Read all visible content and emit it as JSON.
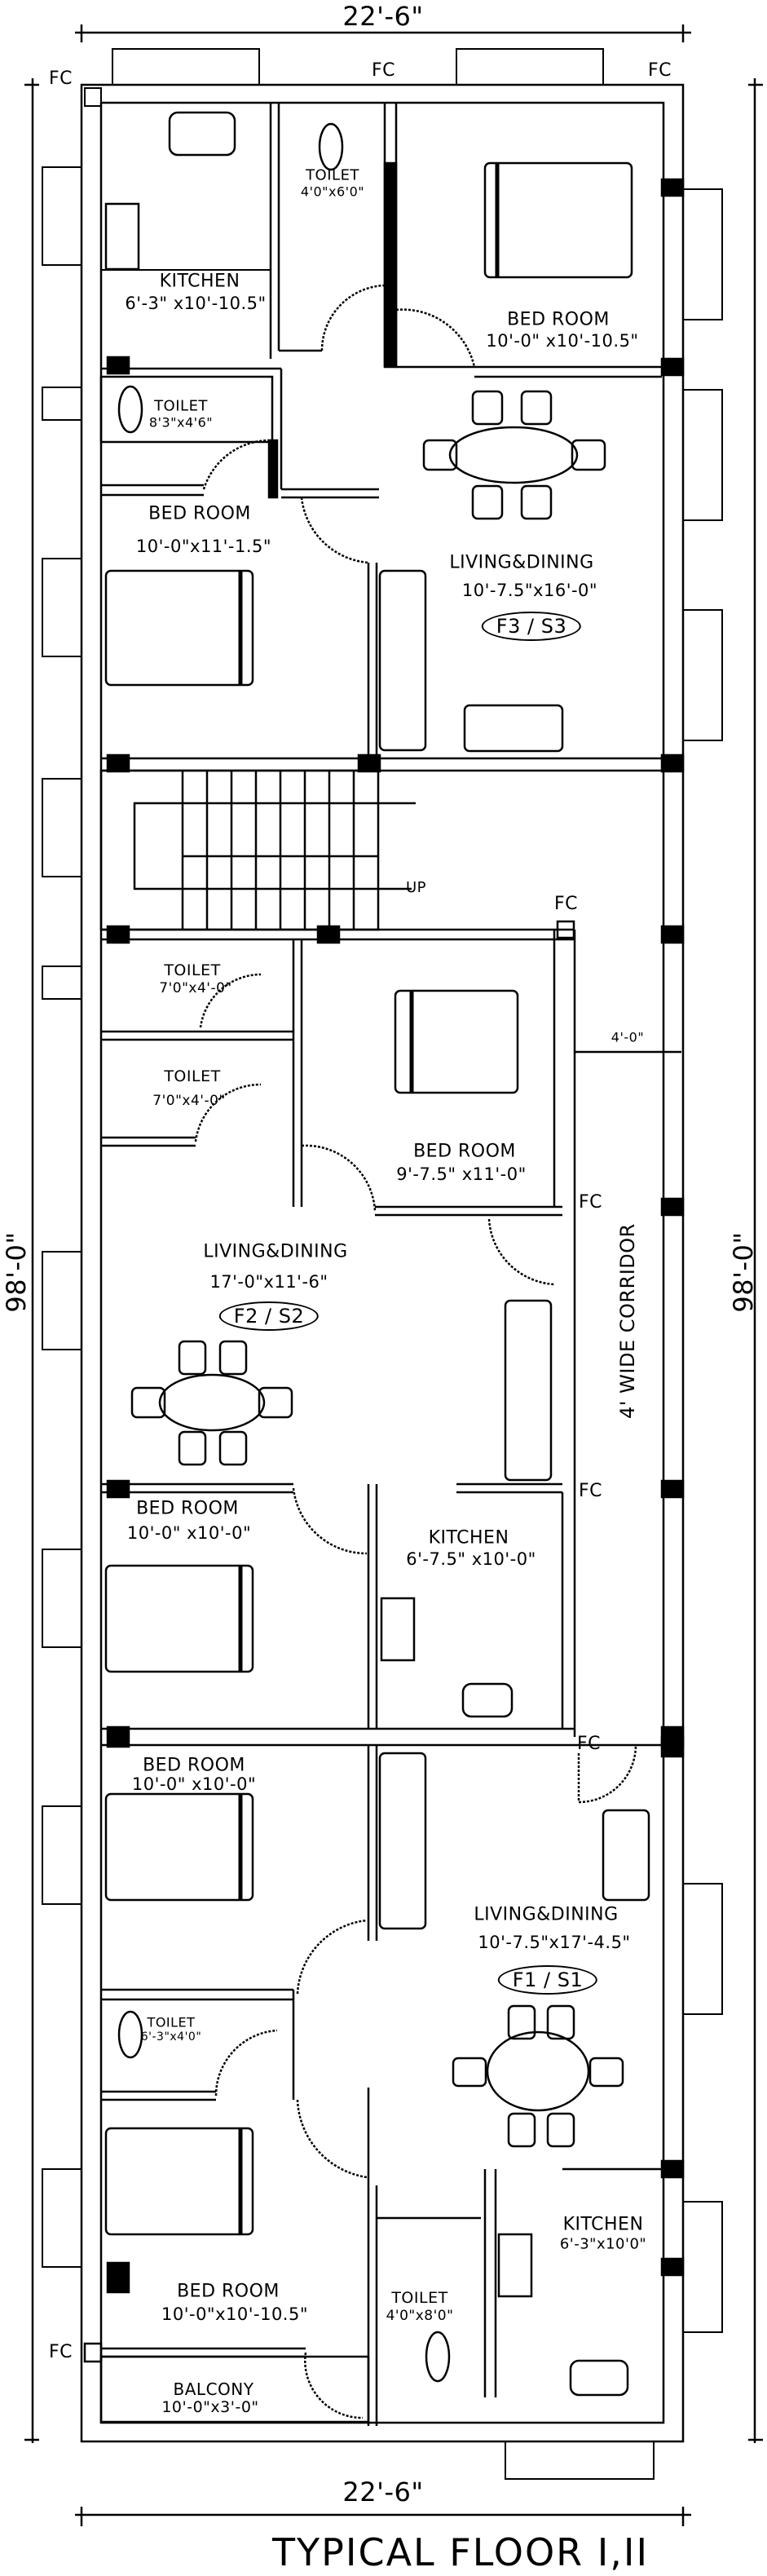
{
  "drawing": {
    "title": "TYPICAL FLOOR I,II",
    "overall_width": "22'-6\"",
    "overall_length": "98'-0\"",
    "corridor_label": "4' WIDE CORRIDOR",
    "corridor_width_dim": "4'-0\"",
    "stair_label": "UP",
    "fc_label": "FC"
  },
  "flats": [
    {
      "tag": "F3 / S3",
      "rooms": [
        {
          "name": "KITCHEN",
          "size": "6'-3\" x10'-10.5\""
        },
        {
          "name": "TOILET",
          "size": "4'0\"x6'0\""
        },
        {
          "name": "BED ROOM",
          "size": "10'-0\" x10'-10.5\""
        },
        {
          "name": "TOILET",
          "size": "8'3\"x4'6\""
        },
        {
          "name": "BED ROOM",
          "size": "10'-0\"x11'-1.5\""
        },
        {
          "name": "LIVING&DINING",
          "size": "10'-7.5\"x16'-0\""
        }
      ]
    },
    {
      "tag": "F2 / S2",
      "rooms": [
        {
          "name": "TOILET",
          "size": "7'0\"x4'-0\""
        },
        {
          "name": "TOILET",
          "size": "7'0\"x4'-0\""
        },
        {
          "name": "BED ROOM",
          "size": "9'-7.5\" x11'-0\""
        },
        {
          "name": "LIVING&DINING",
          "size": "17'-0\"x11'-6\""
        },
        {
          "name": "BED ROOM",
          "size": "10'-0\" x10'-0\""
        },
        {
          "name": "KITCHEN",
          "size": "6'-7.5\" x10'-0\""
        }
      ]
    },
    {
      "tag": "F1 / S1",
      "rooms": [
        {
          "name": "BED ROOM",
          "size": "10'-0\" x10'-0\""
        },
        {
          "name": "LIVING&DINING",
          "size": "10'-7.5\"x17'-4.5\""
        },
        {
          "name": "TOILET",
          "size": "6'-3\"x4'0\""
        },
        {
          "name": "BED ROOM",
          "size": "10'-0\"x10'-10.5\""
        },
        {
          "name": "TOILET",
          "size": "4'0\"x8'0\""
        },
        {
          "name": "KITCHEN",
          "size": "6'-3\"x10'0\""
        },
        {
          "name": "BALCONY",
          "size": "10'-0\"x3'-0\""
        }
      ]
    }
  ],
  "symbols": {
    "fire_cabinet": "fire-cabinet-icon",
    "window_tag": "window-tag-icon",
    "door_tag": "door-tag-icon"
  }
}
